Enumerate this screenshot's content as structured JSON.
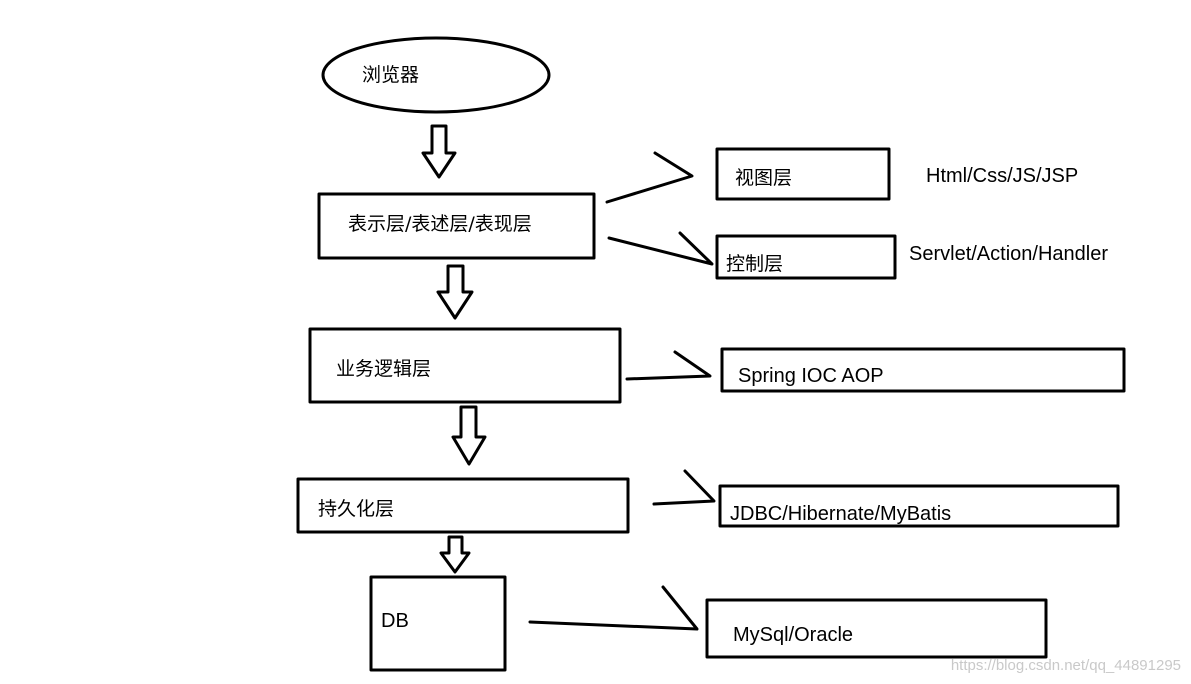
{
  "colors": {
    "ink": "#000000",
    "background": "#ffffff",
    "watermark": "#c9c9c9"
  },
  "nodes": {
    "browser": "浏览器",
    "presentation": "表示层/表述层/表现层",
    "view": "视图层",
    "controller": "控制层",
    "business": "业务逻辑层",
    "persistence": "持久化层",
    "db": "DB"
  },
  "tech": {
    "view": "Html/Css/JS/JSP",
    "controller": "Servlet/Action/Handler",
    "business": "Spring IOC AOP",
    "persistence": "JDBC/Hibernate/MyBatis",
    "db": "MySql/Oracle"
  },
  "watermark": "https://blog.csdn.net/qq_44891295"
}
